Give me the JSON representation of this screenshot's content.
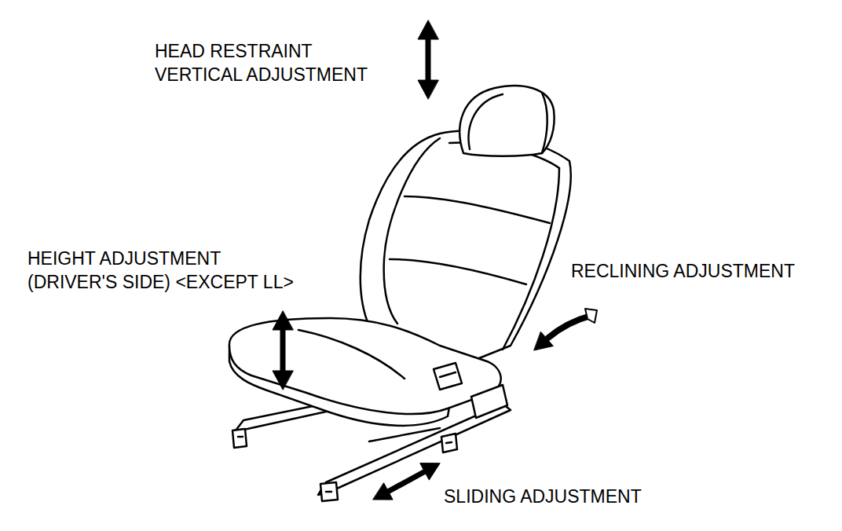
{
  "diagram": {
    "labels": [
      "HEAD RESTRAINT VERTICAL ADJUSTMENT",
      "HEIGHT ADJUSTMENT (DRIVER'S SIDE) <EXCEPT LL>",
      "RECLINING ADJUSTMENT",
      "SLIDING ADJUSTMENT"
    ]
  }
}
